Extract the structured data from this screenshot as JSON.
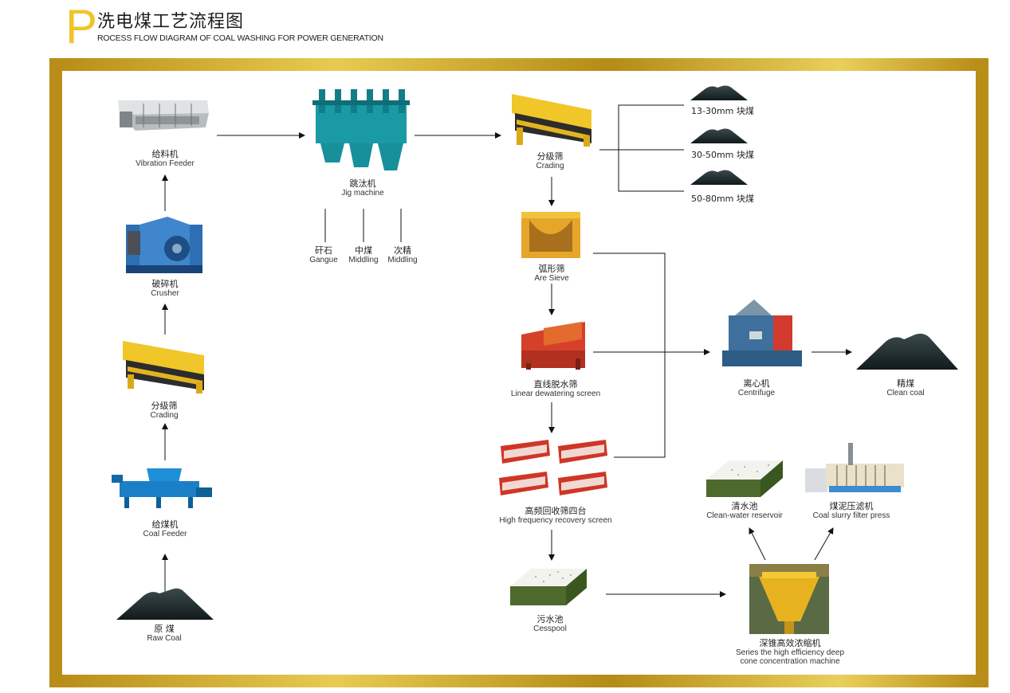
{
  "header": {
    "letter": "P",
    "title_cn": "洗电煤工艺流程图",
    "title_en": "ROCESS FLOW DIAGRAM OF COAL WASHING FOR POWER GENERATION"
  },
  "nodes": {
    "feeder": {
      "cn": "给料机",
      "en": "Vibration Feeder"
    },
    "crusher": {
      "cn": "破碎机",
      "en": "Crusher"
    },
    "grading_left": {
      "cn": "分级筛",
      "en": "Crading"
    },
    "coal_feeder": {
      "cn": "给煤机",
      "en": "Coal Feeder"
    },
    "raw_coal": {
      "cn": "原  煤",
      "en": "Raw Coal"
    },
    "jig": {
      "cn": "跳汰机",
      "en": "Jig machine"
    },
    "gangue": {
      "cn": "矸石",
      "en": "Gangue"
    },
    "middling1": {
      "cn": "中煤",
      "en": "Middling"
    },
    "middling2": {
      "cn": "次精",
      "en": "Middling"
    },
    "grading_right": {
      "cn": "分级筛",
      "en": "Crading"
    },
    "arc_sieve": {
      "cn": "弧形筛",
      "en": "Are Sieve"
    },
    "linear_screen": {
      "cn": "直线脱水筛",
      "en": "Linear dewatering screen"
    },
    "hf_screen": {
      "cn": "高频回收筛四台",
      "en": "High frequency recovery screen"
    },
    "cesspool": {
      "cn": "污水池",
      "en": "Cesspool"
    },
    "centrifuge": {
      "cn": "离心机",
      "en": "Centrifuge"
    },
    "clean_coal": {
      "cn": "精煤",
      "en": "Clean coal"
    },
    "clean_water": {
      "cn": "清水池",
      "en": "Clean-water reservoir"
    },
    "filter_press": {
      "cn": "煤泥压滤机",
      "en": "Coal slurry filter press"
    },
    "thickener": {
      "cn": "深锥高效浓缩机",
      "en": "Series the high efficiency deep",
      "en2": "cone concentration machine"
    }
  },
  "products": [
    "13-30mm 块煤",
    "30-50mm 块煤",
    "50-80mm 块煤"
  ]
}
